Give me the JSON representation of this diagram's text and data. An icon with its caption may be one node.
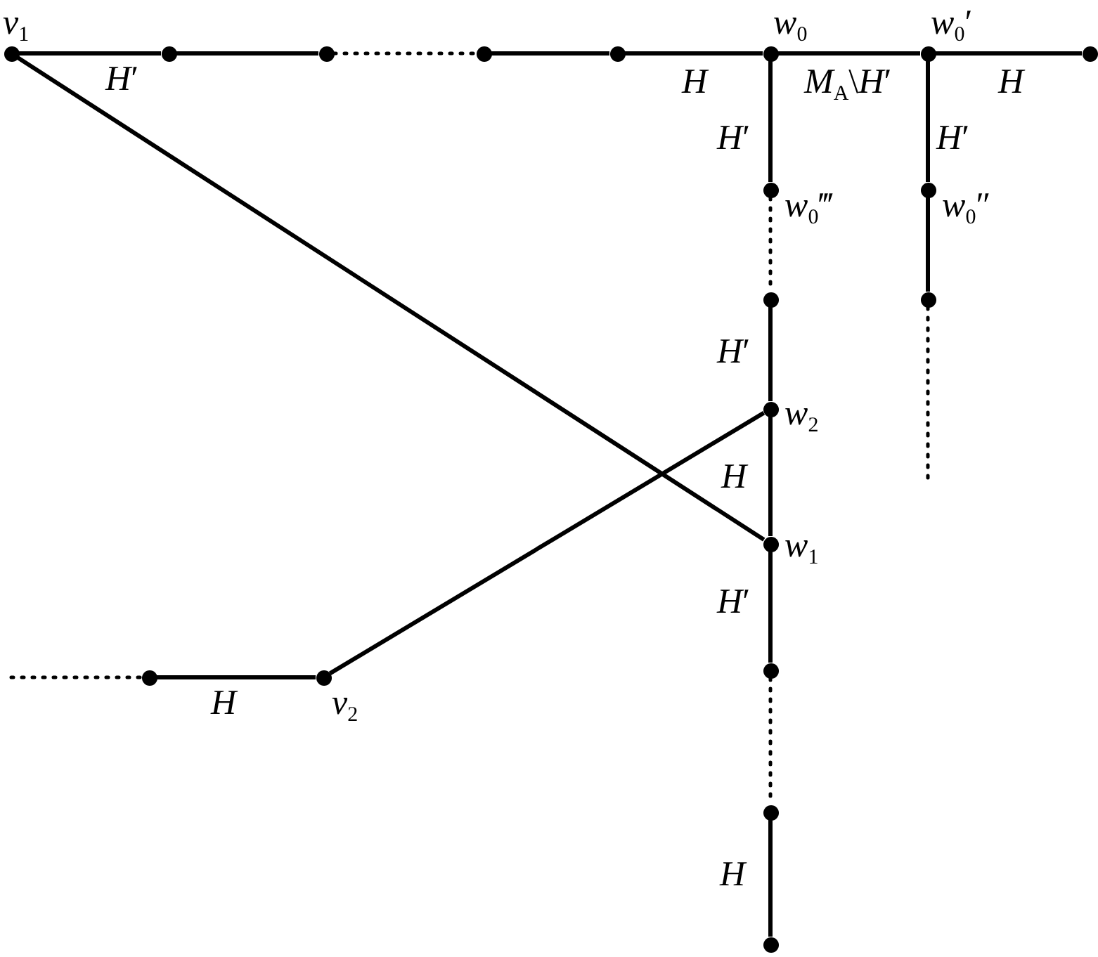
{
  "diagram": {
    "nodes": [
      {
        "text": [],
        "shape": "circle",
        "beside": [
          "*v*$_{1}$"
        ]
      },
      {
        "text": [],
        "shape": "circle"
      },
      {
        "text": [],
        "shape": "circle"
      },
      {
        "text": [],
        "shape": "circle"
      },
      {
        "text": [],
        "shape": "circle"
      },
      {
        "text": [],
        "shape": "circle",
        "beside": [
          "*w*$_{0}$"
        ]
      },
      {
        "text": [],
        "shape": "circle",
        "beside": [
          "*w*$_{0}$′"
        ]
      },
      {
        "text": [],
        "shape": "circle"
      },
      {
        "text": [],
        "shape": "circle",
        "beside": [
          "*w*$_{0}$‴"
        ]
      },
      {
        "text": [],
        "shape": "circle",
        "beside": [
          "*w*$_{0}$″"
        ]
      },
      {
        "text": [],
        "shape": "circle"
      },
      {
        "text": [],
        "shape": "circle"
      },
      {
        "text": [],
        "shape": "circle",
        "beside": [
          "*w*$_{2}$"
        ]
      },
      {
        "text": [],
        "shape": "circle",
        "beside": [
          "*w*$_{1}$"
        ]
      },
      {
        "text": [],
        "shape": "circle"
      },
      {
        "text": [],
        "shape": "circle"
      },
      {
        "text": [],
        "shape": "circle",
        "beside": [
          "*v*$_{2}$"
        ]
      },
      {
        "text": [],
        "shape": "circle"
      },
      {
        "text": [],
        "shape": "circle"
      }
    ],
    "edges": [
      {
        "from": 0,
        "to": 1,
        "arrow": "none",
        "label": "*H*′"
      },
      {
        "from": 1,
        "to": 2,
        "arrow": "none"
      },
      {
        "from": 2,
        "to": 3,
        "arrow": "none",
        "style": "dashed"
      },
      {
        "from": 3,
        "to": 4,
        "arrow": "none"
      },
      {
        "from": 4,
        "to": 5,
        "arrow": "none",
        "label": "*H*"
      },
      {
        "from": 5,
        "to": 6,
        "arrow": "none",
        "label": "*M*$_{A}$\\*H*′"
      },
      {
        "from": 6,
        "to": 7,
        "arrow": "none",
        "label": "*H*"
      },
      {
        "from": 5,
        "to": 8,
        "arrow": "none",
        "label": "*H*′"
      },
      {
        "from": 8,
        "to": 10,
        "arrow": "none",
        "style": "dashed"
      },
      {
        "from": 10,
        "to": 12,
        "arrow": "none",
        "label": "*H*′"
      },
      {
        "from": 12,
        "to": 13,
        "arrow": "none",
        "label": "*H*"
      },
      {
        "from": 13,
        "to": 14,
        "arrow": "none",
        "label": "*H*′"
      },
      {
        "from": 14,
        "to": 17,
        "arrow": "none",
        "style": "dashed"
      },
      {
        "from": 17,
        "to": 18,
        "arrow": "none",
        "label": "*H*"
      },
      {
        "from": 6,
        "to": 9,
        "arrow": "none",
        "label": "*H*′"
      },
      {
        "from": 9,
        "to": 11,
        "arrow": "none"
      },
      {
        "from": 11,
        "to": null,
        "arrow": "none",
        "style": "dashed"
      },
      {
        "from": 0,
        "to": 13,
        "arrow": "none"
      },
      {
        "from": 16,
        "to": 12,
        "arrow": "none"
      },
      {
        "from": 15,
        "to": 16,
        "arrow": "none",
        "label": "*H*"
      },
      {
        "from": null,
        "to": 15,
        "arrow": "none",
        "style": "dashed"
      }
    ]
  }
}
